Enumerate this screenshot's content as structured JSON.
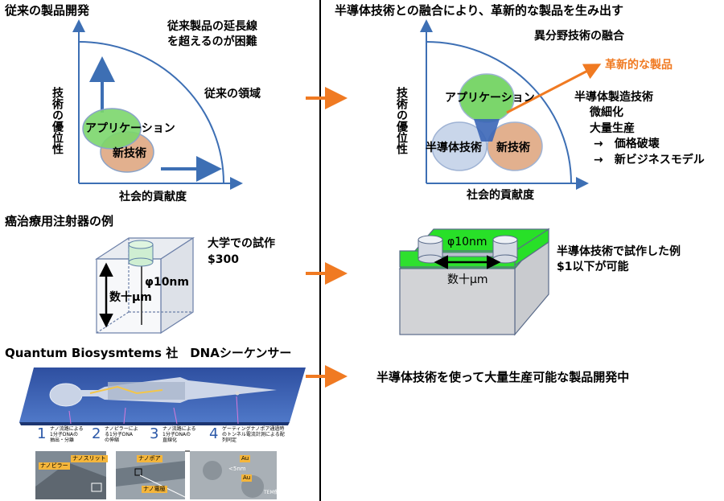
{
  "left": {
    "heading": "従来の製品開発",
    "note_line1": "従来製品の延長線",
    "note_line2": "を超えるのが困難",
    "region": "従来の領域",
    "axis_y": "技術の優位性",
    "axis_x": "社会的貢献度",
    "circle_app": "アプリケーション",
    "circle_tech": "新技術"
  },
  "right": {
    "heading": "半導体技術との融合により、革新的な製品を生み出す",
    "fusion": "異分野技術の融合",
    "innovation": "革新的な製品",
    "axis_y": "技術の優位性",
    "axis_x": "社会的貢献度",
    "circle_app": "アプリケーション",
    "circle_semi": "半導体技術",
    "circle_tech": "新技術",
    "list": [
      "半導体製造技術",
      "微細化",
      "大量生産",
      "→　価格破壊",
      "→　新ビジネスモデル"
    ]
  },
  "cancer": {
    "heading": "癌治療用注射器の例",
    "univ_line1": "大学での試作",
    "univ_line2": "$300",
    "phi_left": "φ10nm",
    "len_left": "数十μm",
    "phi_right": "φ10nm",
    "len_right": "数十μm",
    "semi_line1": "半導体技術で試作した例",
    "semi_line2": "$1以下が可能"
  },
  "dna": {
    "heading": "Quantum Biosysmtems 社　DNAシーケンサー",
    "dev": "半導体技術を使って大量生産可能な製品開発中",
    "steps": [
      {
        "num": "1",
        "text1": "ナノ流路による",
        "text2": "1分子DNAの",
        "text3": "抽出・分離"
      },
      {
        "num": "2",
        "text1": "ナノピラーによ",
        "text2": "る1分子DNA",
        "text3": "の伸縮"
      },
      {
        "num": "3",
        "text1": "ナノ流路による",
        "text2": "1分子DNAの",
        "text3": "直線化"
      },
      {
        "num": "4",
        "text1": "ゲーティングナノポア通過時",
        "text2": "のトンネル電流計測による配",
        "text3": "列同定"
      }
    ],
    "labels": {
      "pillar": "ナノピラー",
      "slit": "ナノスリット",
      "pore": "ナノポア",
      "electrode": "ナノ電極",
      "au1": "Au",
      "au2": "Au",
      "size": "<5nm",
      "tem": "TEM像"
    }
  },
  "colors": {
    "arrow_orange": "#f07a22",
    "axis_blue": "#3d6fb4",
    "green": "#6dd36d",
    "tan": "#e2b08e"
  }
}
